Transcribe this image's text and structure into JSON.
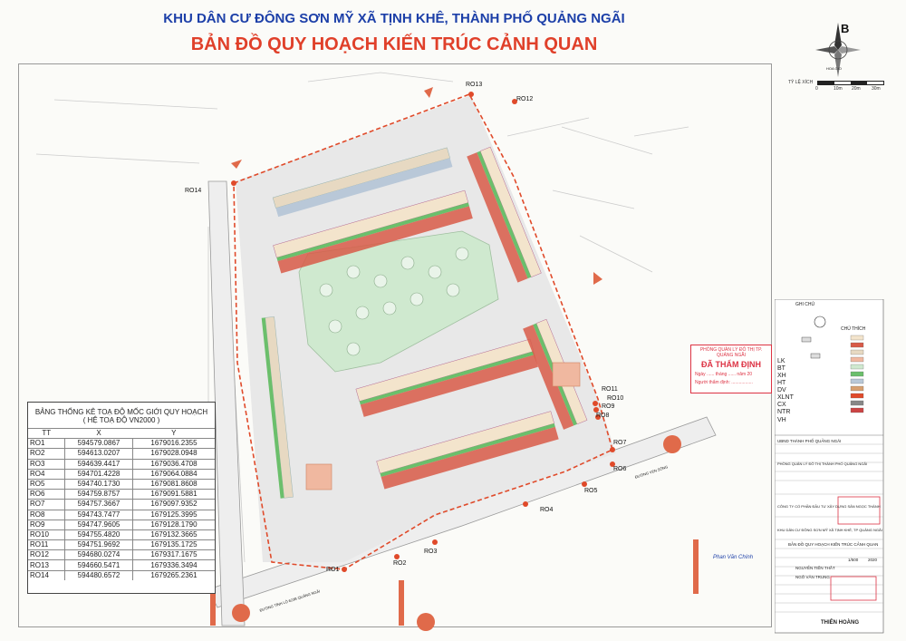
{
  "header": {
    "subtitle": "KHU DÂN CƯ ĐÔNG SƠN MỸ XÃ TỊNH KHÊ, THÀNH PHỐ QUẢNG NGÃI",
    "title": "BẢN ĐỒ QUY HOẠCH KIẾN TRÚC CẢNH QUAN"
  },
  "compass": {
    "north": "B",
    "label": "HOA GIO"
  },
  "scale": {
    "label": "TỶ LỆ XÍCH",
    "ticks": [
      "0",
      "10m",
      "20m",
      "30m"
    ]
  },
  "coord_table": {
    "heading1": "BẢNG THỐNG KÊ TOẠ ĐỘ MỐC GIỚI QUY HOẠCH",
    "heading2": "( HỆ TOẠ ĐỘ VN2000 )",
    "columns": [
      "TT",
      "X",
      "Y"
    ],
    "rows": [
      [
        "RO1",
        "594579.0867",
        "1679016.2355"
      ],
      [
        "RO2",
        "594613.0207",
        "1679028.0948"
      ],
      [
        "RO3",
        "594639.4417",
        "1679036.4708"
      ],
      [
        "RO4",
        "594701.4228",
        "1679064.0884"
      ],
      [
        "RO5",
        "594740.1730",
        "1679081.8608"
      ],
      [
        "RO6",
        "594759.8757",
        "1679091.5881"
      ],
      [
        "RO7",
        "594757.3667",
        "1679097.9352"
      ],
      [
        "RO8",
        "594743.7477",
        "1679125.3995"
      ],
      [
        "RO9",
        "594747.9605",
        "1679128.1790"
      ],
      [
        "RO10",
        "594755.4820",
        "1679132.3665"
      ],
      [
        "RO11",
        "594751.9692",
        "1679135.1725"
      ],
      [
        "RO12",
        "594680.0274",
        "1679317.1675"
      ],
      [
        "RO13",
        "594660.5471",
        "1679336.3494"
      ],
      [
        "RO14",
        "594480.6572",
        "1679265.2361"
      ]
    ]
  },
  "markers": [
    "RO1",
    "RO2",
    "RO3",
    "RO4",
    "RO5",
    "RO6",
    "RO7",
    "RO8",
    "RO9",
    "RO10",
    "RO11",
    "RO12",
    "RO13",
    "RO14"
  ],
  "stamp": {
    "line1": "PHÒNG QUẢN LÝ ĐÔ THỊ TP. QUẢNG NGÃI",
    "line2": "ĐÃ THẨM ĐỊNH",
    "line3": "Ngày ...... tháng ...... năm 20",
    "line4": "Người thẩm định: ................."
  },
  "legend": {
    "ghi_chu": "GHI CHÚ",
    "chu_thich": "CHÚ THÍCH",
    "codes": [
      "LK",
      "BT",
      "XH",
      "HT",
      "DV",
      "XLNT",
      "CX",
      "NTR",
      "VH"
    ]
  },
  "title_block": {
    "owner": "UBND THÀNH PHỐ QUẢNG NGÃI",
    "reviewer": "PHÒNG QUẢN LÝ ĐÔ THỊ THÀNH PHỐ QUẢNG NGÃI",
    "consultant": "CÔNG TY CỔ PHẦN ĐẦU TƯ XÂY DỰNG SẢN NGỌC THÀNH",
    "project": "KHU DÂN CƯ ĐÔNG SƠN MỸ XÃ TỊNH KHÊ, TP QUẢNG NGÃI",
    "drawing": "BẢN ĐỒ QUY HOẠCH KIẾN TRÚC CẢNH QUAN",
    "scale_value": "1/500",
    "year": "2020",
    "designer": "NGUYỄN TIẾN THẮT",
    "checker": "NGÔ VĂN TRUNG",
    "firm": "THIÊN HOÀNG",
    "signature_name": "Phan Văn Chính"
  },
  "roads": [
    "ĐƯỜNG VEN SÔNG",
    "ĐƯỜNG TỈNH LỘ 623B QUẢNG NGÃI"
  ],
  "colors": {
    "brand_blue": "#1c3fa8",
    "title_red": "#e0402a",
    "boundary": "#e04a2a",
    "green": "#a7d9a7",
    "park": "#cfe9cf",
    "house_red": "#d85a48"
  }
}
